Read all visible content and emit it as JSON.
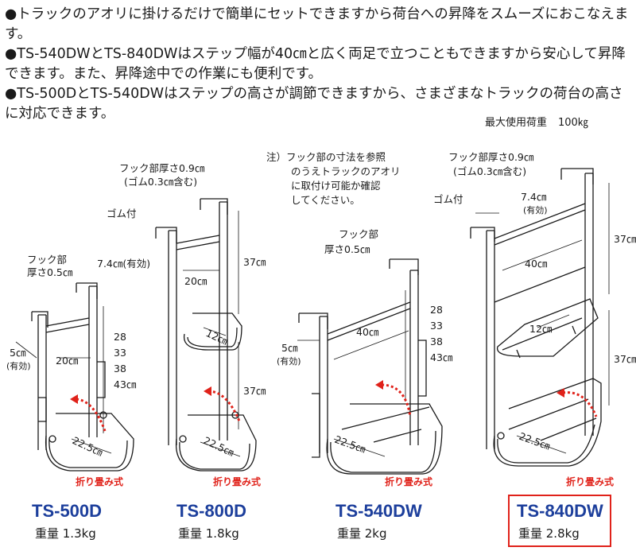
{
  "bullets": [
    "●トラックのアオリに掛けるだけで簡単にセットできますから荷台への昇降をスムーズにおこなえます。",
    "●TS-540DWとTS-840DWはステップ幅が40㎝と広く両足で立つこともできますから安心して昇降できます。また、昇降途中での作業にも便利です。",
    "●TS-500DとTS-540DWはステップの高さが調節できますから、さまざまなトラックの荷台の高さに対応できます。"
  ],
  "max_load": {
    "label": "最大使用荷重",
    "value": "100㎏"
  },
  "note": [
    "注）フック部の寸法を参照",
    "のうえトラックのアオリ",
    "に取付け可能か確認",
    "してください。"
  ],
  "products": [
    {
      "model": "TS-500D",
      "weight": "重量 1.3kg",
      "fold": "折り畳み式",
      "labels": {
        "hook": "フック部",
        "hook2": "厚さ0.5㎝",
        "depth": "5㎝",
        "depth_note": "(有効)",
        "width": "20㎝",
        "step": "22.5㎝",
        "heights": [
          "28",
          "33",
          "38",
          "43㎝"
        ]
      }
    },
    {
      "model": "TS-800D",
      "weight": "重量 1.8kg",
      "fold": "折り畳み式",
      "labels": {
        "hook": "フック部厚さ0.9㎝",
        "hook2": "(ゴム0.3㎝含む)",
        "rubber": "ゴム付",
        "depth": "7.4㎝(有効)",
        "width": "20㎝",
        "height1": "37㎝",
        "step_mid": "12㎝",
        "height2": "37㎝",
        "step": "22.5㎝"
      }
    },
    {
      "model": "TS-540DW",
      "weight": "重量 2kg",
      "fold": "折り畳み式",
      "labels": {
        "hook": "フック部",
        "hook2": "厚さ0.5㎝",
        "depth": "5㎝",
        "depth_note": "(有効)",
        "width": "40㎝",
        "step": "22.5㎝",
        "heights": [
          "28",
          "33",
          "38",
          "43㎝"
        ]
      }
    },
    {
      "model": "TS-840DW",
      "weight": "重量 2.8kg",
      "fold": "折り畳み式",
      "labels": {
        "hook": "フック部厚さ0.9㎝",
        "hook2": "(ゴム0.3㎝含む)",
        "rubber": "ゴム付",
        "depth": "7.4㎝",
        "depth_note": "(有効)",
        "width": "40㎝",
        "height1": "37㎝",
        "step_mid": "12㎝",
        "height2": "37㎝",
        "step": "22.5㎝"
      }
    }
  ],
  "colors": {
    "model_blue": "#1d3f9c",
    "accent_red": "#e0221a",
    "line": "#1a1a1a"
  }
}
